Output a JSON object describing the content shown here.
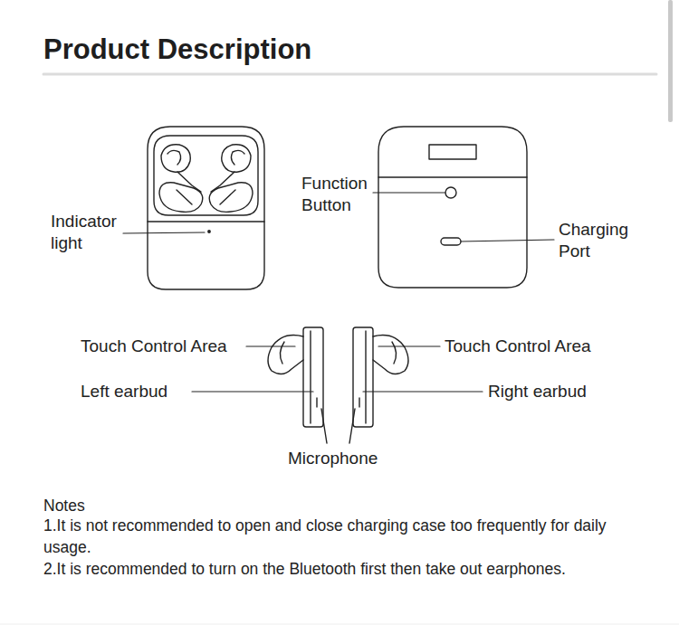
{
  "diagram": {
    "title": "Product Description",
    "labels": [
      "Function Button",
      "Indicator light",
      "Charging Port",
      "Touch Control Area",
      "Left earbud",
      "Touch Control Area",
      "Right earbud",
      "Microphone",
      "Notes",
      "1.It is not recommended to open and close charging case too frequently for daily usage.",
      "2.It is recommended to turn on the Bluetooth first then take out earphones."
    ]
  }
}
